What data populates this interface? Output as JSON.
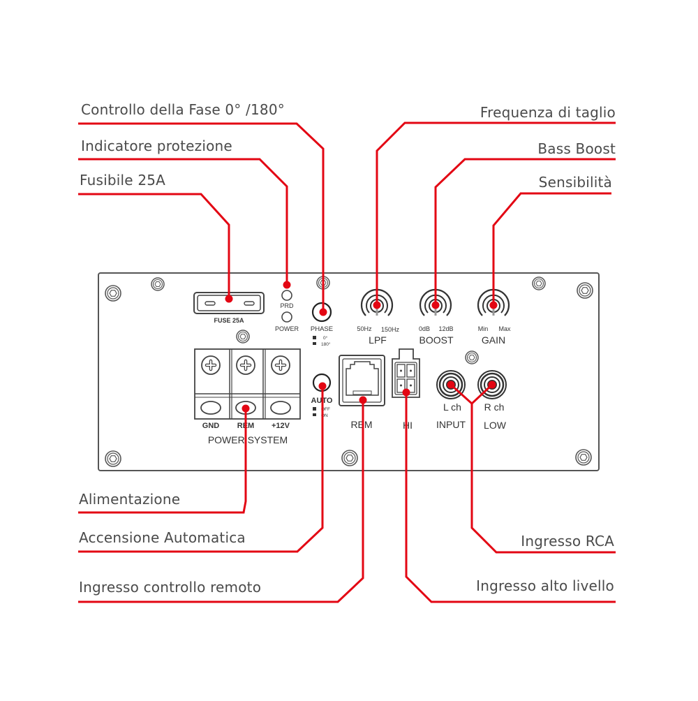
{
  "colors": {
    "leader": "#e30613",
    "panel_stroke": "#555555",
    "label_text": "#4a4a4a",
    "panel_text": "#333333"
  },
  "callouts": {
    "phase_control": "Controllo della Fase 0° /180°",
    "protection_indicator": "Indicatore protezione",
    "fuse": "Fusibile 25A",
    "crossover_frequency": "Frequenza di taglio",
    "bass_boost": "Bass Boost",
    "sensitivity": "Sensibilità",
    "power_supply": "Alimentazione",
    "auto_turn_on": "Accensione Automatica",
    "remote_input": "Ingresso controllo remoto",
    "rca_input": "Ingresso RCA",
    "high_level_input": "Ingresso alto livello"
  },
  "panel": {
    "fuse_label": "FUSE 25A",
    "led_prd": "PRD",
    "led_power": "POWER",
    "phase_label": "PHASE",
    "phase_opt_0": "0°",
    "phase_opt_180": "180°",
    "auto_label": "AUTO",
    "auto_opt_off": "OFF",
    "auto_opt_on": "ON",
    "lpf": {
      "label": "LPF",
      "min": "50Hz",
      "max": "150Hz"
    },
    "boost": {
      "label": "BOOST",
      "min": "0dB",
      "max": "12dB"
    },
    "gain": {
      "label": "GAIN",
      "min": "Min",
      "max": "Max"
    },
    "terminals": [
      "GND",
      "REM",
      "+12V"
    ],
    "power_system_label": "POWER SYSTEM",
    "rem_port_label": "REM",
    "hi_port_label": "HI",
    "rca_left": "L ch",
    "rca_right": "R ch",
    "input_label": "INPUT",
    "low_label": "LOW"
  }
}
